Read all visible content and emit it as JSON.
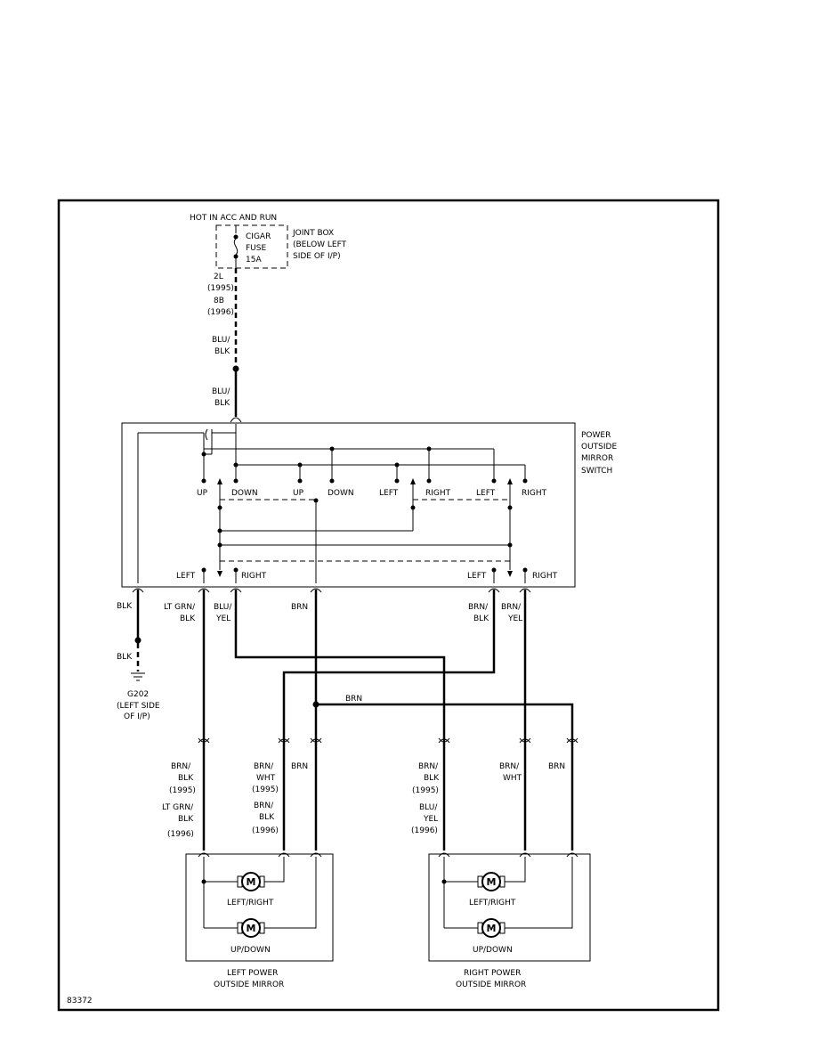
{
  "fig_id": "83372",
  "power_source": {
    "hot_label": "HOT IN ACC AND RUN",
    "fuse_lines": [
      "CIGAR",
      "FUSE",
      "15A"
    ],
    "jb_lines": [
      "JOINT BOX",
      "(BELOW LEFT",
      "SIDE OF I/P)"
    ],
    "circuit_lines": [
      "2L",
      "(1995)",
      "8B",
      "(1996)"
    ],
    "wire_upper": [
      "BLU/",
      "BLK"
    ],
    "wire_lower": [
      "BLU/",
      "BLK"
    ]
  },
  "switch": {
    "title_lines": [
      "POWER",
      "OUTSIDE",
      "MIRROR",
      "SWITCH"
    ],
    "top_labels": [
      "UP",
      "DOWN",
      "UP",
      "DOWN",
      "LEFT",
      "RIGHT",
      "LEFT",
      "RIGHT"
    ],
    "bottom_labels": [
      "LEFT",
      "RIGHT",
      "LEFT",
      "RIGHT"
    ]
  },
  "wires": {
    "blk_upper": "BLK",
    "blk_lower": "BLK",
    "ground_lines": [
      "G202",
      "(LEFT SIDE",
      "OF I/P)"
    ],
    "sw1": [
      "LT GRN/",
      "BLK"
    ],
    "sw2": [
      "BLU/",
      "YEL"
    ],
    "sw3": "BRN",
    "sw4": [
      "BRN/",
      "BLK"
    ],
    "sw5": [
      "BRN/",
      "YEL"
    ],
    "splice_brn": "BRN"
  },
  "mirror_wires": {
    "l1": [
      "BRN/",
      "BLK",
      "(1995)",
      "LT GRN/",
      "BLK",
      "(1996)"
    ],
    "l2": [
      "BRN/",
      "WHT",
      "(1995)",
      "BRN/",
      "BLK",
      "(1996)"
    ],
    "l3": "BRN",
    "r1": [
      "BRN/",
      "BLK",
      "(1995)",
      "BLU/",
      "YEL",
      "(1996)"
    ],
    "r2": [
      "BRN/",
      "WHT"
    ],
    "r3": "BRN"
  },
  "mirrors": {
    "motor_symbol": "M",
    "motor_lr": "LEFT/RIGHT",
    "motor_ud": "UP/DOWN",
    "left_caption": [
      "LEFT POWER",
      "OUTSIDE MIRROR"
    ],
    "right_caption": [
      "RIGHT POWER",
      "OUTSIDE MIRROR"
    ]
  }
}
